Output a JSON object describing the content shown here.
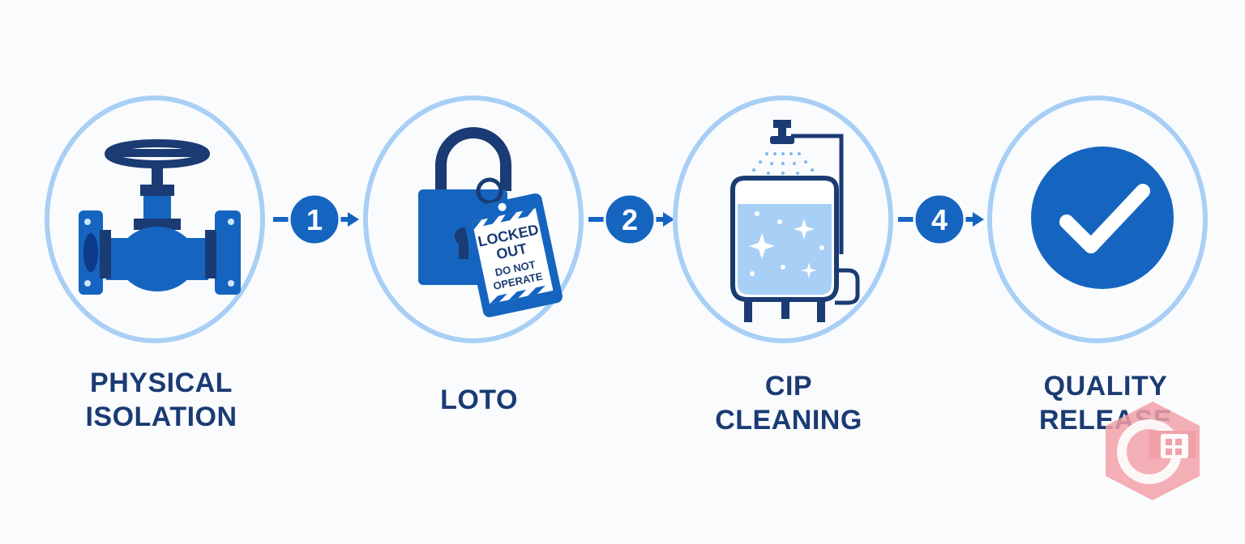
{
  "colors": {
    "ring": "#a8cff5",
    "primary": "#1565c0",
    "dark": "#1a3b73",
    "light": "#cfe5fb",
    "watermark": "#f2a0a8"
  },
  "steps": [
    {
      "icon": "gate-valve-icon",
      "line1": "PHYSICAL",
      "line2": "ISOLATION"
    },
    {
      "icon": "padlock-tag-icon",
      "line1": "LOTO",
      "line2": "",
      "tag_line1": "LOCKED",
      "tag_line2": "OUT",
      "tag_line3": "DO NOT",
      "tag_line4": "OPERATE"
    },
    {
      "icon": "cip-tank-icon",
      "line1": "CIP",
      "line2": "CLEANING"
    },
    {
      "icon": "checkmark-icon",
      "line1": "QUALITY",
      "line2": "RELEASE"
    }
  ],
  "connectors": [
    {
      "number": "1"
    },
    {
      "number": "2"
    },
    {
      "number": "4"
    }
  ]
}
